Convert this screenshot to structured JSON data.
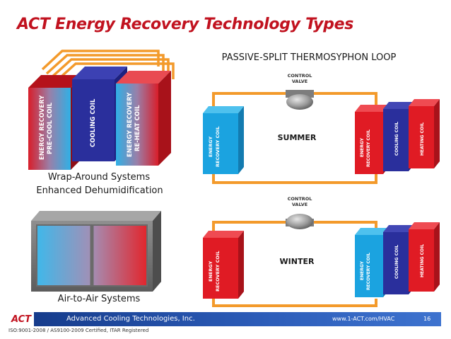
{
  "slide": {
    "title": "ACT Energy Recovery Technology Types",
    "page_number": "16"
  },
  "left_panel": {
    "wrap_around": {
      "caption_line1": "Wrap-Around Systems",
      "caption_line2": "Enhanced Dehumidification",
      "coils": [
        {
          "label_line1": "ENERGY RECOVERY",
          "label_line2": "PRE-COOL COIL"
        },
        {
          "label_line1": "COOLING COIL",
          "label_line2": ""
        },
        {
          "label_line1": "ENERGY RECOVERY",
          "label_line2": "RE-HEAT COIL"
        }
      ]
    },
    "air_to_air": {
      "caption": "Air-to-Air Systems"
    }
  },
  "right_panel": {
    "heading": "PASSIVE-SPLIT THERMOSYPHON LOOP",
    "summer": {
      "valve_line1": "CONTROL",
      "valve_line2": "VALVE",
      "season": "SUMMER",
      "left_coil_line1": "ENERGY",
      "left_coil_line2": "RECOVERY COIL",
      "right_coils": [
        {
          "line1": "ENERGY",
          "line2": "RECOVERY COIL"
        },
        {
          "line1": "COOLING COIL",
          "line2": ""
        },
        {
          "line1": "HEATING COIL",
          "line2": ""
        }
      ]
    },
    "winter": {
      "valve_line1": "CONTROL",
      "valve_line2": "VALVE",
      "season": "WINTER",
      "left_coil_line1": "ENERGY",
      "left_coil_line2": "RECOVERY COIL",
      "right_coils": [
        {
          "line1": "ENERGY",
          "line2": "RECOVERY COIL"
        },
        {
          "line1": "COOLING COIL",
          "line2": ""
        },
        {
          "line1": "HEATING COIL",
          "line2": ""
        }
      ]
    }
  },
  "footer": {
    "company": "Advanced Cooling Technologies, Inc.",
    "url": "www.1-ACT.com/HVAC",
    "certification": "ISO:9001-2008 / AS9100-2009 Certified, ITAR Registered",
    "logo_text": "ACT"
  },
  "colors": {
    "red": "#e01b24",
    "blue": "#2a2f9c",
    "cyan": "#1ba3e0",
    "orange": "#f39a2b",
    "title_red": "#c1121f",
    "footer_blue": "#163c8c"
  }
}
